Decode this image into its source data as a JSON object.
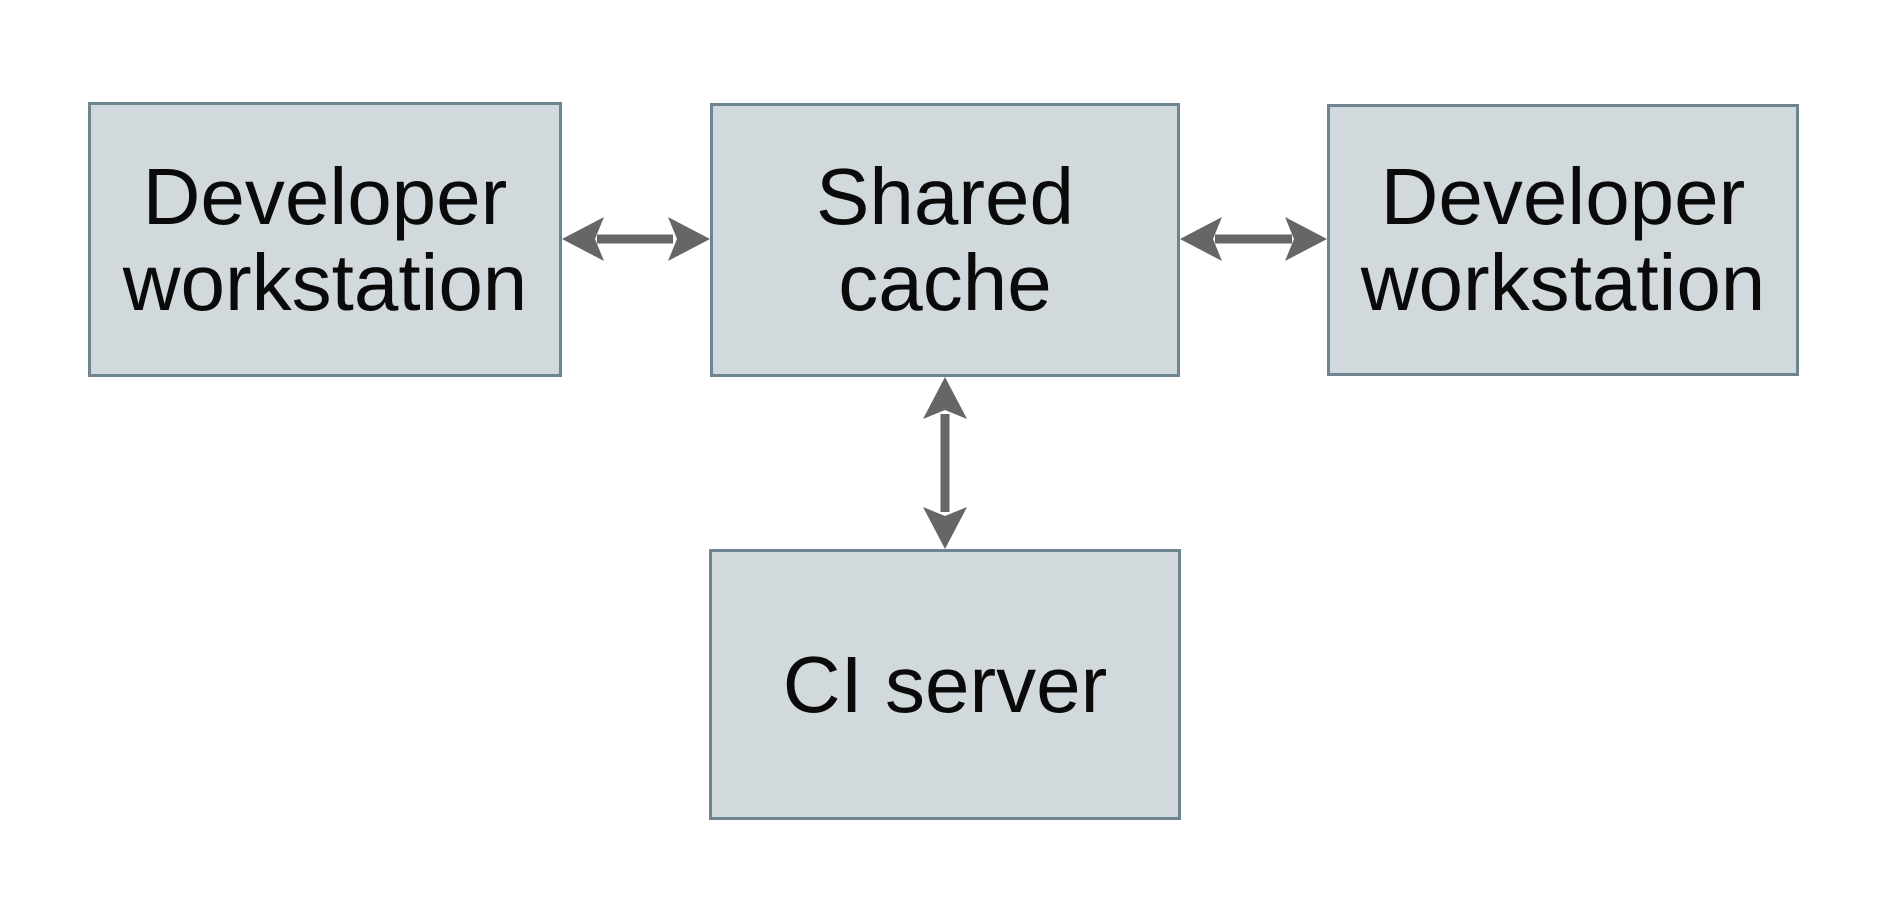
{
  "diagram": {
    "type": "architecture-diagram",
    "background": "#ffffff",
    "nodes": [
      {
        "id": "dev-workstation-left",
        "label": "Developer\nworkstation"
      },
      {
        "id": "shared-cache",
        "label": "Shared\ncache"
      },
      {
        "id": "dev-workstation-right",
        "label": "Developer\nworkstation"
      },
      {
        "id": "ci-server",
        "label": "CI server"
      }
    ],
    "edges": [
      {
        "from": "dev-workstation-left",
        "to": "shared-cache",
        "direction": "bidirectional",
        "orientation": "horizontal"
      },
      {
        "from": "shared-cache",
        "to": "dev-workstation-right",
        "direction": "bidirectional",
        "orientation": "horizontal"
      },
      {
        "from": "shared-cache",
        "to": "ci-server",
        "direction": "bidirectional",
        "orientation": "vertical"
      }
    ],
    "colors": {
      "node_fill": "#d2d9dc",
      "node_border": "#6e8591",
      "arrow": "#666666",
      "text": "#0a0a0a",
      "background": "#ffffff"
    }
  }
}
